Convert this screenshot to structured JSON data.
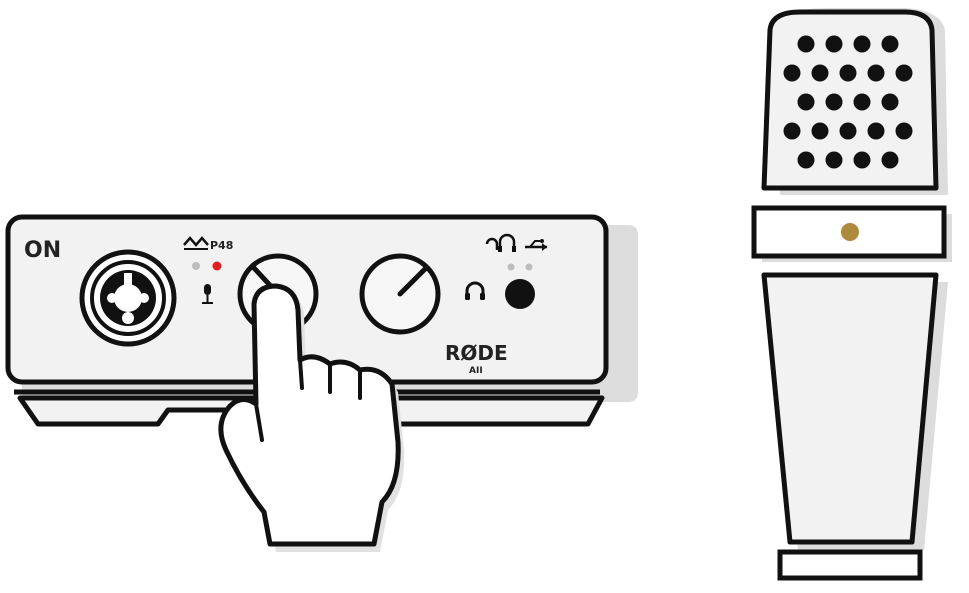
{
  "device": {
    "power_label": "ON",
    "phantom_label": "P48",
    "brand_label": "RØDE",
    "brand_sub_label": "AII",
    "led_phantom_color": "#e02020",
    "led_off_color": "#bdbdbd"
  },
  "microphone": {
    "accent_color": "#b08a3c"
  },
  "icons": {
    "phantom": "phantom-power-icon",
    "mic": "microphone-icon",
    "headphones": "headphones-icon",
    "usb": "usb-icon",
    "monitor_mix": "monitor-mix-icon",
    "hand": "pointing-hand-icon"
  }
}
